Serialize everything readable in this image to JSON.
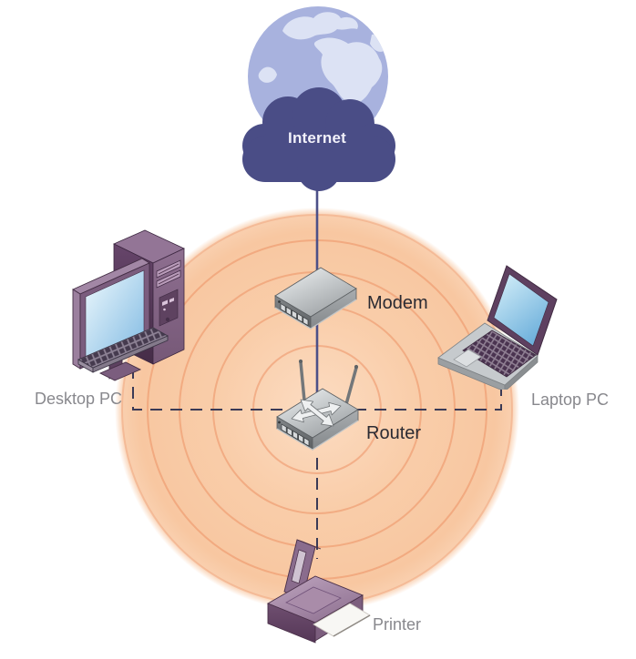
{
  "diagram": {
    "type": "wireless-home-network-diagram",
    "labels": {
      "internet": "Internet",
      "modem": "Modem",
      "router": "Router",
      "desktop_pc": "Desktop PC",
      "laptop_pc": "Laptop PC",
      "printer": "Printer"
    },
    "connections": [
      {
        "from": "internet",
        "to": "modem",
        "style": "solid"
      },
      {
        "from": "modem",
        "to": "router",
        "style": "solid"
      },
      {
        "from": "router",
        "to": "desktop_pc",
        "style": "dashed"
      },
      {
        "from": "router",
        "to": "laptop_pc",
        "style": "dashed"
      },
      {
        "from": "router",
        "to": "printer",
        "style": "dashed"
      }
    ],
    "colors": {
      "internet_cloud": "#4a4d86",
      "globe_ocean": "#a8b2de",
      "globe_land": "#dce2f4",
      "wireless_fill_center": "#fcdcc2",
      "wireless_fill_mid": "#f8c8a2",
      "wireless_ring_stroke": "#ec8c5e",
      "solid_line": "#4c5088",
      "dashed_line": "#3a3a56",
      "label_dark": "#2a2a32",
      "label_gray": "#88888d",
      "device_purple": "#6a4a6c",
      "device_gray": "#9da1a4",
      "screen_blue": "#8fc3e8"
    }
  }
}
